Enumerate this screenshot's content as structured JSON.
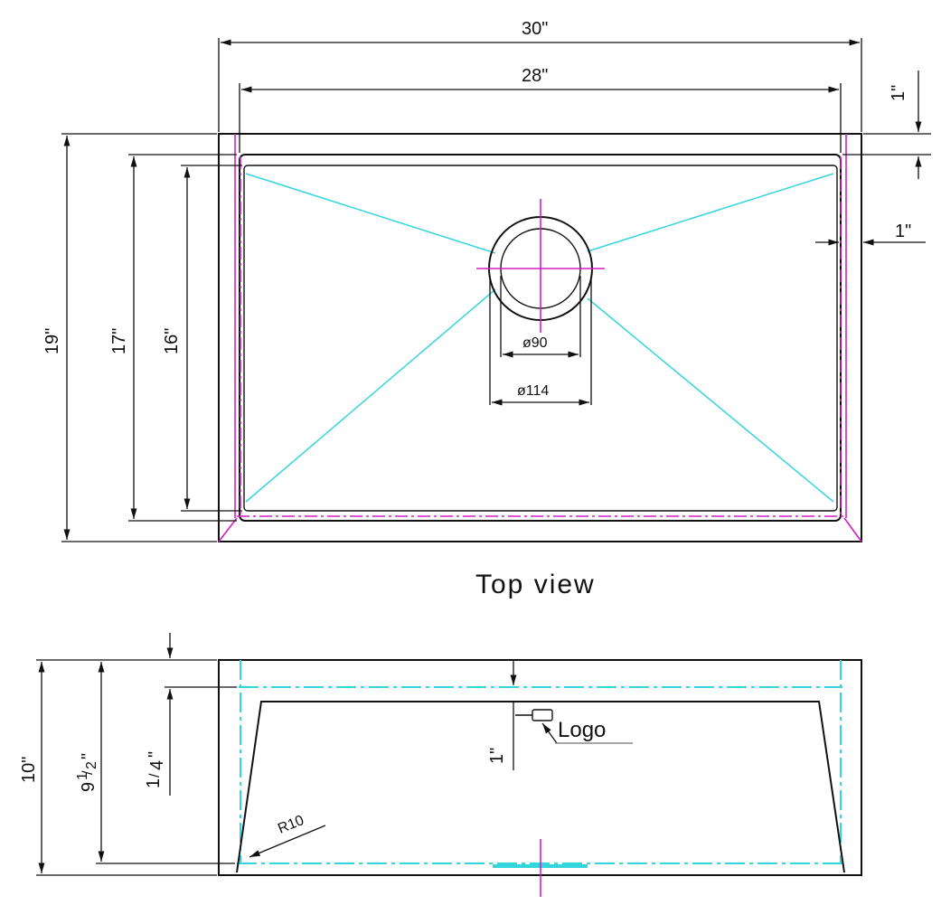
{
  "top_view": {
    "title": "Top view",
    "dims": {
      "overall_width": "30\"",
      "inner_width": "28\"",
      "rim_top": "1\"",
      "rim_side": "1\"",
      "overall_depth": "19\"",
      "inner_depth": "17\"",
      "bowl_depth": "16\"",
      "drain_inner": "ø90",
      "drain_outer": "ø114"
    }
  },
  "side_view": {
    "dims": {
      "overall_height": "10\"",
      "inner_height_whole": "9",
      "inner_height_frac_num": "1",
      "inner_height_frac_den": "2",
      "inner_height_inch": "\"",
      "offset_frac_num": "1",
      "offset_frac_den": "4",
      "logo_drop": "1\"",
      "corner_radius": "R10"
    },
    "logo_label": "Logo"
  },
  "colors": {
    "outline": "#111111",
    "center_lines": "#33d6dd",
    "construction_lines": "#d11fc6"
  }
}
